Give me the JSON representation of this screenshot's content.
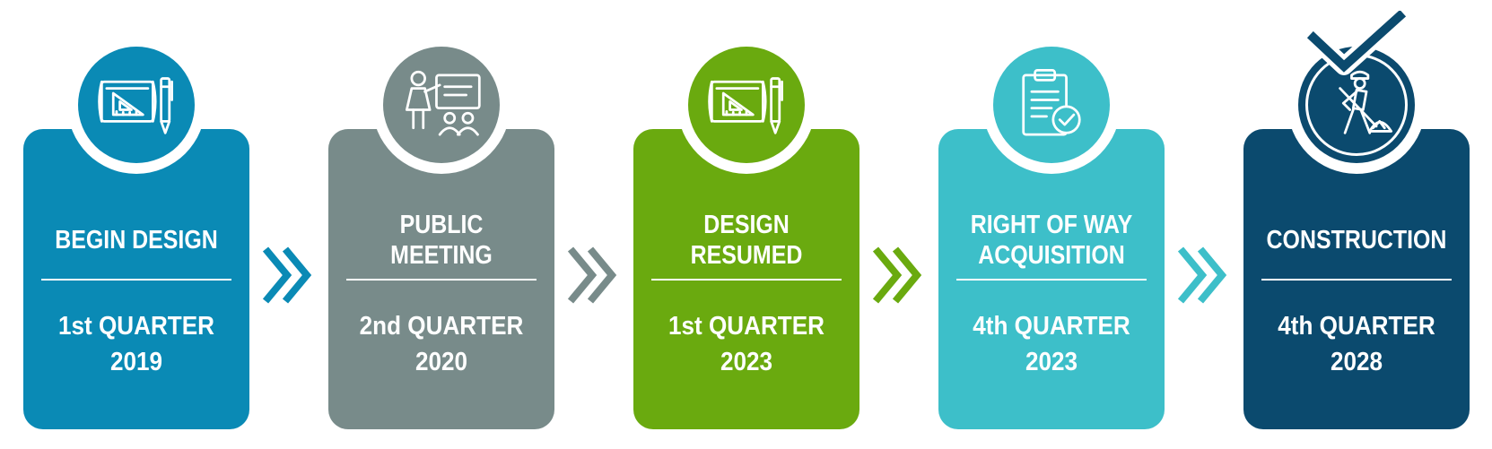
{
  "steps": [
    {
      "title": "BEGIN DESIGN",
      "date": "1st QUARTER\n2019",
      "color": "#0a8ab5",
      "icon": "blueprint-icon"
    },
    {
      "title": "PUBLIC MEETING",
      "date": "2nd QUARTER\n2020",
      "color": "#788b8a",
      "icon": "presentation-icon"
    },
    {
      "title": "DESIGN RESUMED",
      "date": "1st QUARTER\n2023",
      "color": "#6aaa0f",
      "icon": "blueprint-icon"
    },
    {
      "title": "RIGHT OF WAY\nACQUISITION",
      "date": "4th QUARTER\n2023",
      "color": "#3dbfc9",
      "icon": "clipboard-check-icon"
    },
    {
      "title": "CONSTRUCTION",
      "date": "4th QUARTER\n2028",
      "color": "#0b4a6e",
      "icon": "construction-worker-icon"
    }
  ],
  "final_step_checkmark": "checkmark-icon"
}
